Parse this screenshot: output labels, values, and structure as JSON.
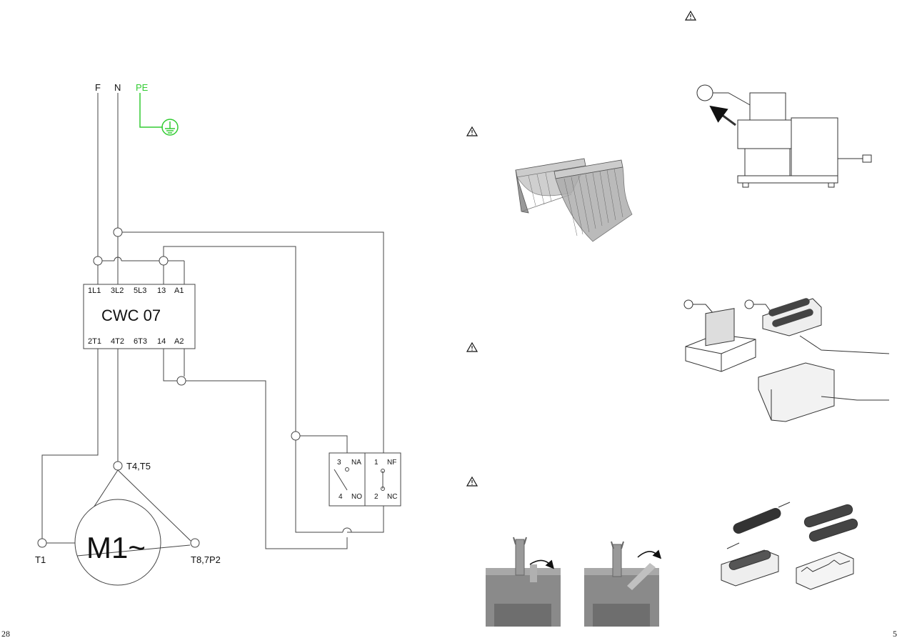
{
  "page_numbers": {
    "left": "28",
    "right": "5"
  },
  "colors": {
    "earth": "#33cc33",
    "line": "#444444",
    "text": "#111111"
  },
  "schematic": {
    "supply": {
      "phase": "F",
      "neutral": "N",
      "earth": "PE"
    },
    "contactor": {
      "name": "CWC 07",
      "top_terminals": [
        "1L1",
        "3L2",
        "5L3",
        "13",
        "A1"
      ],
      "bottom_terminals": [
        "2T1",
        "4T2",
        "6T3",
        "14",
        "A2"
      ]
    },
    "switch": {
      "left_top_num": "3",
      "left_top_label": "NA",
      "left_bottom_num": "4",
      "left_bottom_label": "NO",
      "right_top_num": "1",
      "right_top_label": "NF",
      "right_bottom_num": "2",
      "right_bottom_label": "NC"
    },
    "motor": {
      "name": "M1~",
      "t1": "T1",
      "t45": "T4,T5",
      "t87": "T8,7P2"
    }
  },
  "icons": [
    "warning-icon",
    "earth-ground-icon"
  ]
}
